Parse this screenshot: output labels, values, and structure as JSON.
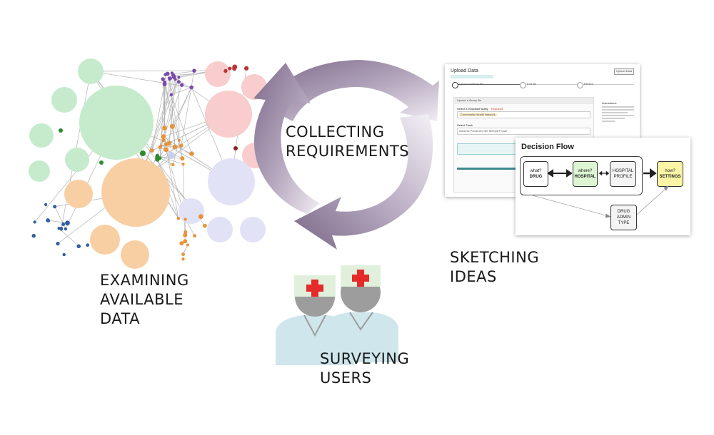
{
  "labels": {
    "examining": [
      "EXAMINING",
      "AVAILABLE",
      "DATA"
    ],
    "collecting": [
      "COLLECTING",
      "REQUIREMENTS"
    ],
    "sketching": [
      "SKETCHING",
      "IDEAS"
    ],
    "surveying": [
      "SURVEYING",
      "USERS"
    ]
  },
  "upload_card": {
    "title": "Upload Data",
    "button": "Upload Data",
    "steps": [
      "Upload a library file",
      "Edit file",
      "Review"
    ],
    "section": "Upload a library file",
    "field1_label": "Select a Hospital/Facility",
    "required": "Required",
    "field1_chip": "Community Health Network",
    "field2_label": "Select Track",
    "field2_value": "Adverse Presenter Net Sleep/EP User",
    "instructions_title": "Instructions"
  },
  "decision_flow": {
    "title": "Decision Flow",
    "nodes": {
      "drug": {
        "q": "what?",
        "label": "DRUG"
      },
      "hospital": {
        "q": "where?",
        "label": "HOSPITAL"
      },
      "profile": {
        "label": "HOSPITAL PROFILE"
      },
      "settings": {
        "q": "how?",
        "label": "SETTINGS"
      },
      "admin": {
        "label": "DRUG ADMIN TYPE"
      }
    }
  },
  "colors": {
    "green": "#c6ebcc",
    "peach": "#f8cfa3",
    "pink": "#f9cdcd",
    "lavender": "#e2e2f6",
    "cycle_dark": "#8e7c98",
    "cycle_light": "#eeeaf1",
    "nurse_cap": "#e0f0dc",
    "nurse_cross": "#e52a2a",
    "nurse_body": "#cfe6ec",
    "nurse_head": "#9d9d9d",
    "node_green": "#ddf5d3",
    "node_yellow": "#fcf5a5"
  }
}
